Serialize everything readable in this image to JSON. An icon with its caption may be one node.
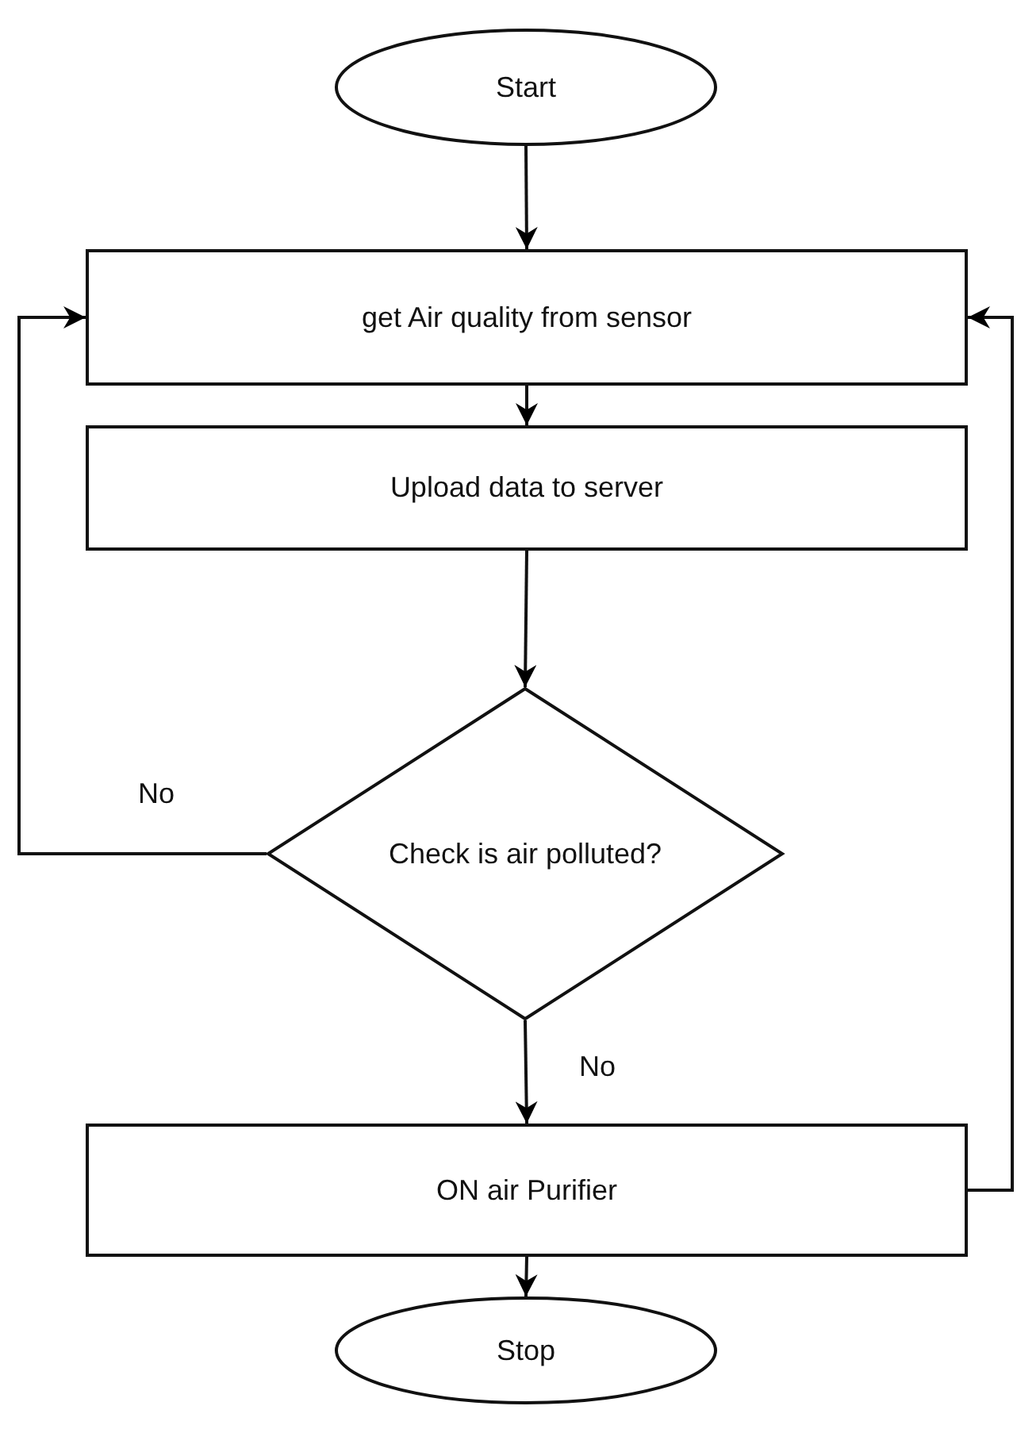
{
  "diagram": {
    "nodes": [
      {
        "text": [
          "Start"
        ]
      },
      {
        "text": [
          "get Air quality from sensor"
        ]
      },
      {
        "text": [
          "Upload data to server"
        ]
      },
      {
        "text": [
          "Check is air polluted?"
        ]
      },
      {
        "text": [
          "ON air Purifier"
        ]
      },
      {
        "text": [
          "Stop"
        ]
      }
    ],
    "edges": [
      {
        "from": 0,
        "to": 1,
        "arrow": "to"
      },
      {
        "from": 1,
        "to": 2,
        "arrow": "to"
      },
      {
        "from": 2,
        "to": 3,
        "arrow": "to"
      },
      {
        "from": 3,
        "to": 1,
        "arrow": "to",
        "label": "No"
      },
      {
        "from": 3,
        "to": 4,
        "arrow": "to",
        "label": "No"
      },
      {
        "from": 4,
        "to": 1,
        "arrow": "to"
      },
      {
        "from": 4,
        "to": 5,
        "arrow": "to"
      }
    ]
  }
}
